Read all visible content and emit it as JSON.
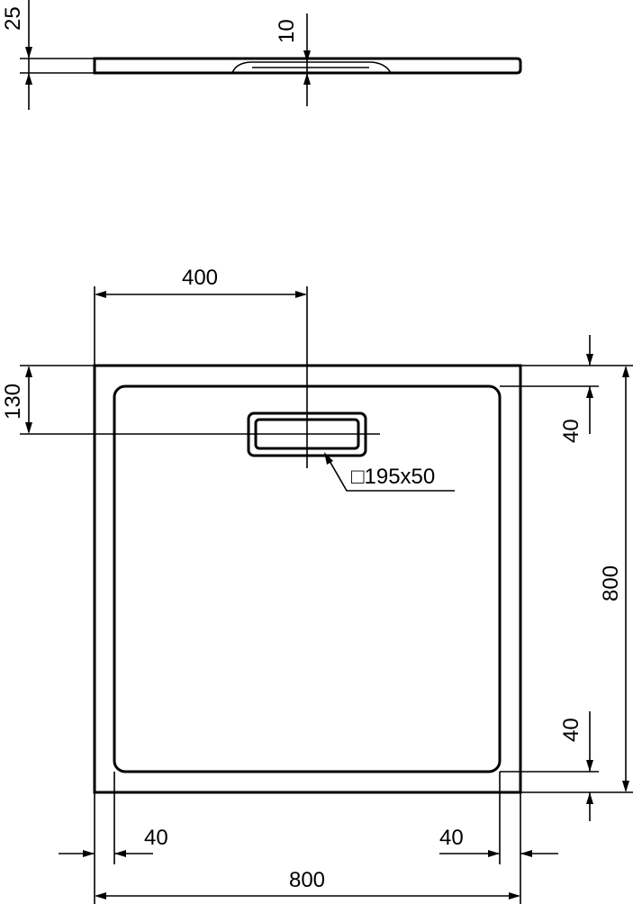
{
  "drawing": {
    "side_view": {
      "height_label": "25",
      "drain_depth_label": "10"
    },
    "plan_view": {
      "drain_offset_x_label": "400",
      "drain_offset_y_label": "130",
      "drain_size_label": "□195x50",
      "rim_top_label": "40",
      "rim_bottom_label": "40",
      "rim_left_label": "40",
      "rim_right_label": "40",
      "overall_depth_label": "800",
      "overall_width_label": "800"
    }
  }
}
